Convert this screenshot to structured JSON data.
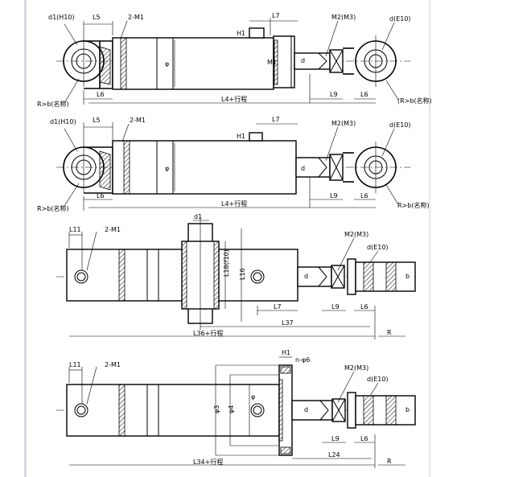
{
  "colors": {
    "background": "#ffffff",
    "ink": "#000000",
    "frame_left": "#d8d8e0",
    "frame_right": "#e6e6ee"
  },
  "view1": {
    "l5": "L5",
    "m1": "2-M1",
    "l7": "L7",
    "h1": "H1",
    "m2": "M2(M3)",
    "d_left": "d1(H10)",
    "d_right": "d(E10)",
    "d": "d",
    "phi": "φ",
    "m1b": "M1",
    "l6_left": "L6",
    "l9": "L9",
    "l6_right": "L6",
    "l4": "L4+行程",
    "r_left": "R>b(名称)",
    "r_right": "(R>b(名称)"
  },
  "view2": {
    "l5": "L5",
    "m1": "2-M1",
    "l7": "L7",
    "h1": "H1",
    "m2": "M2(M3)",
    "d_left": "d1(H10)",
    "d_right": "d(E10)",
    "d": "d",
    "phi": "φ",
    "l6_left": "L6",
    "l9": "L9",
    "l6_right": "L6",
    "l4": "L4+行程",
    "r_left": "R>b(名称)",
    "r_right": "R>b(名称)"
  },
  "view3": {
    "l11": "L11",
    "m1": "2-M1",
    "d1": "d1",
    "m2": "M2(M3)",
    "de10": "d(E10)",
    "l18": "L18(f10)",
    "l16": "L16",
    "d": "d",
    "b": "b",
    "l7": "L7",
    "l9": "L9",
    "l6": "L6",
    "l37": "L37",
    "l36": "L36+行程",
    "r": "R"
  },
  "view4": {
    "l11": "L11",
    "m1": "2-M1",
    "h1": "H1",
    "n": "n-φ6",
    "m2": "M2(M3)",
    "de10": "d(E10)",
    "phi3": "φ3",
    "phi4": "φ4",
    "phi": "φ",
    "d": "d",
    "b": "b",
    "l9": "L9",
    "l6": "L6",
    "l24": "L24",
    "l34": "L34+行程",
    "r": "R"
  }
}
